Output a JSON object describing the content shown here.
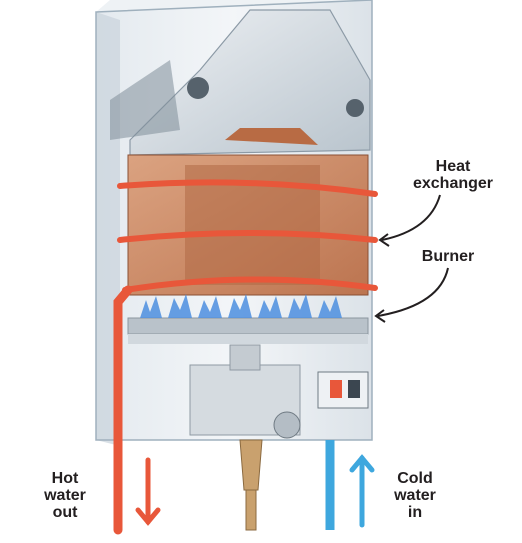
{
  "labels": {
    "heat_exchanger": [
      "Heat",
      "exchanger"
    ],
    "burner": "Burner",
    "hot_water_out": [
      "Hot",
      "water",
      "out"
    ],
    "cold_water_in": [
      "Cold",
      "water",
      "in"
    ]
  },
  "colors": {
    "hot": "#e8573a",
    "cold": "#3ea7de",
    "copper": "#c97b52",
    "flame": "#4d8fe0",
    "text": "#231f20"
  }
}
